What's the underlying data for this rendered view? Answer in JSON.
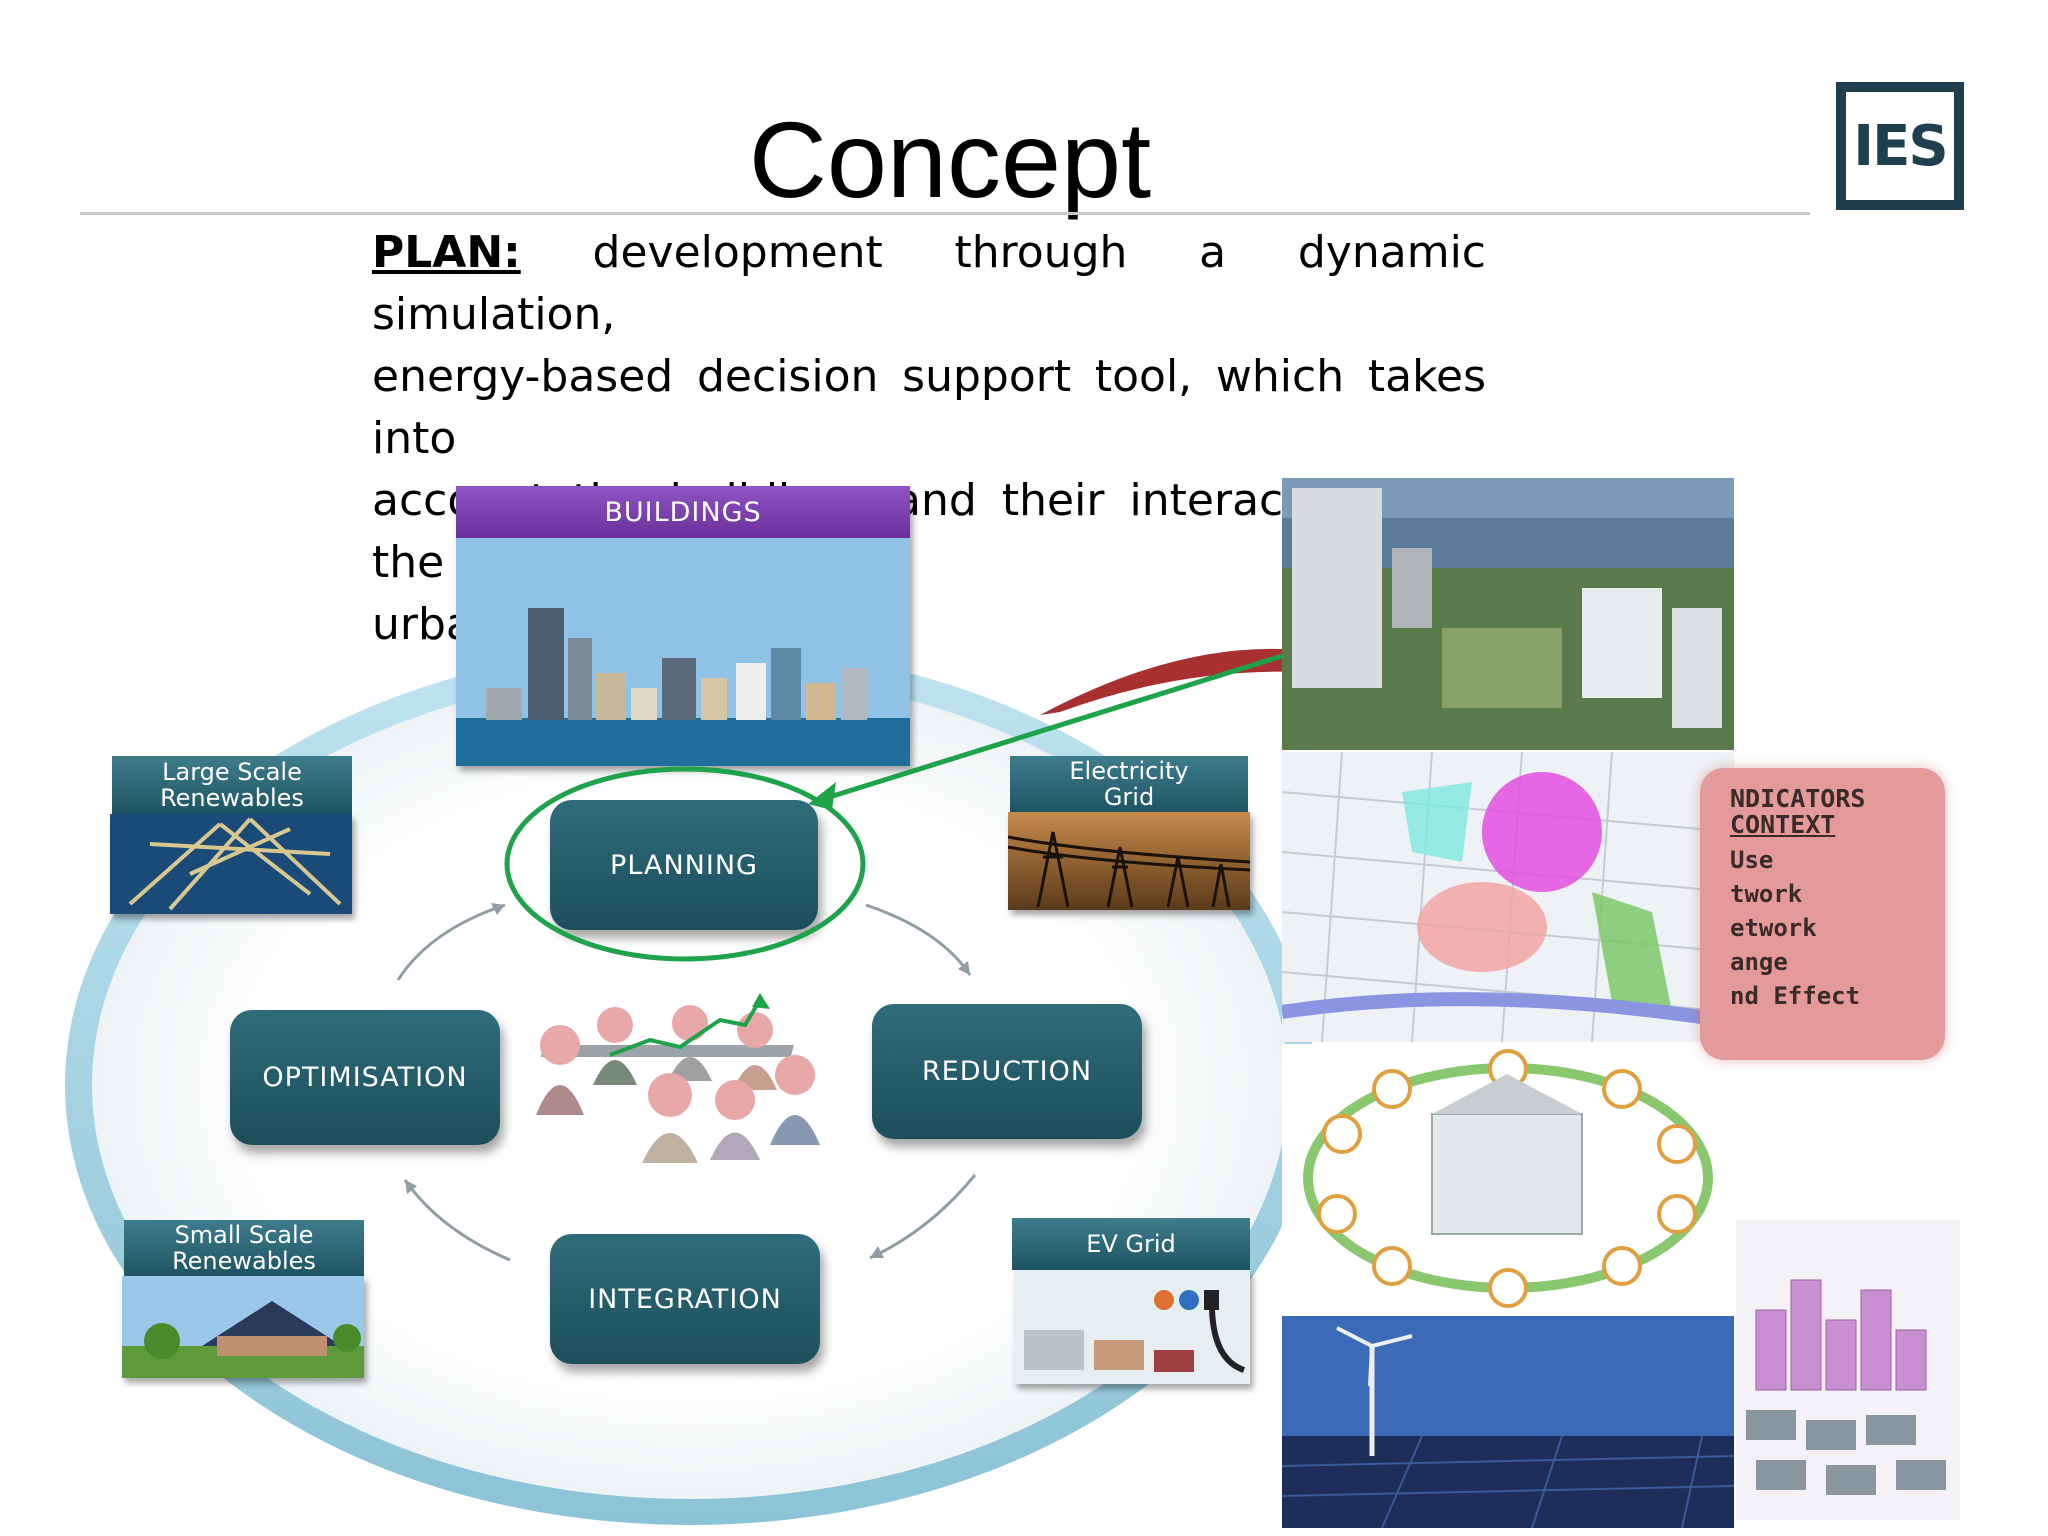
{
  "slide": {
    "title": "Concept",
    "logo_text": "IES",
    "plan_label": "PLAN:",
    "plan_text_lines": [
      "development through a dynamic simulation,",
      "energy-based decision support tool, which takes into",
      "account the buildings and their interaction with the",
      "urban environment"
    ]
  },
  "diagram": {
    "top_banner": "BUILDINGS",
    "cycle": {
      "planning": "PLANNING",
      "reduction": "REDUCTION",
      "integration": "INTEGRATION",
      "optimisation": "OPTIMISATION"
    },
    "corners": {
      "large_scale": [
        "Large Scale",
        "Renewables"
      ],
      "electricity": [
        "Electricity",
        "Grid"
      ],
      "small_scale": [
        "Small Scale",
        "Renewables"
      ],
      "ev": "EV Grid"
    },
    "indicators": [
      "NDICATORS",
      "CONTEXT",
      "Use",
      "twork",
      "etwork",
      "ange",
      "nd Effect"
    ]
  },
  "colors": {
    "accent_green": "#1fa34a",
    "teal": "#1f5a66",
    "purple": "#7b3fa0"
  }
}
